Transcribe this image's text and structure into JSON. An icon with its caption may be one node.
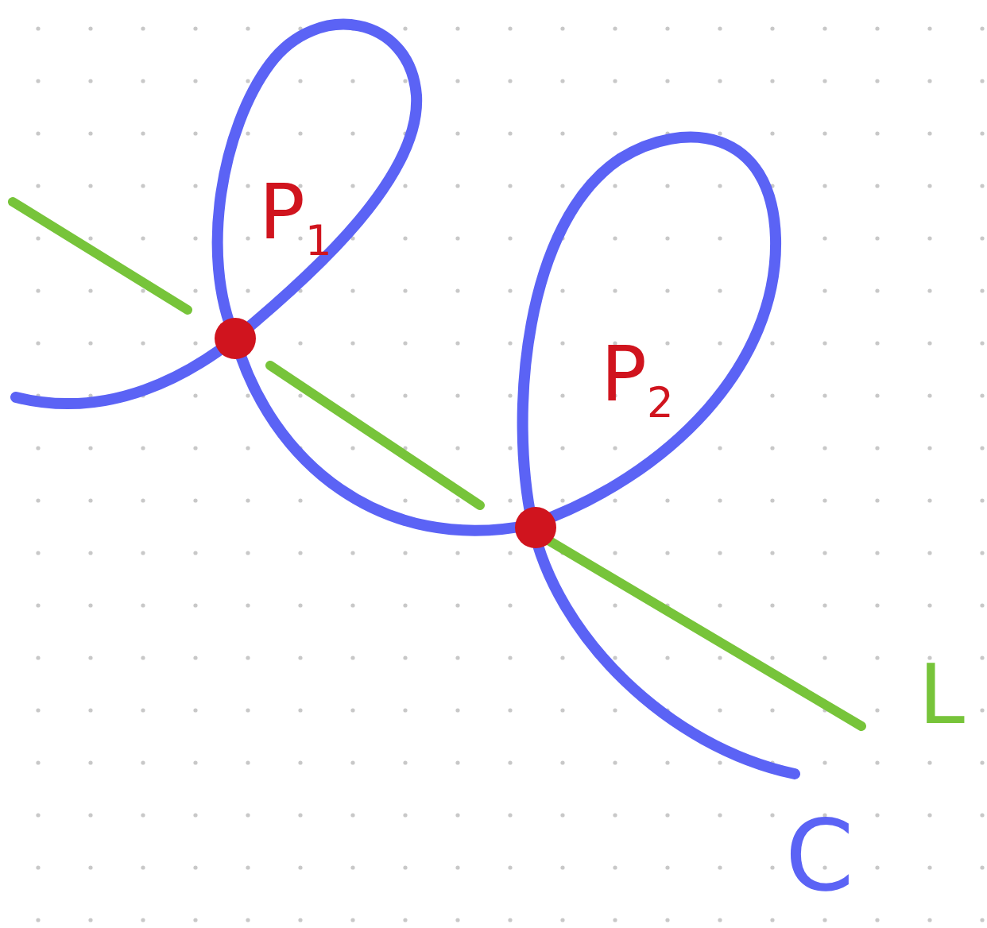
{
  "diagram": {
    "labels": [
      "P$_{1}$",
      "P$_{2}$",
      "L",
      "C"
    ]
  }
}
